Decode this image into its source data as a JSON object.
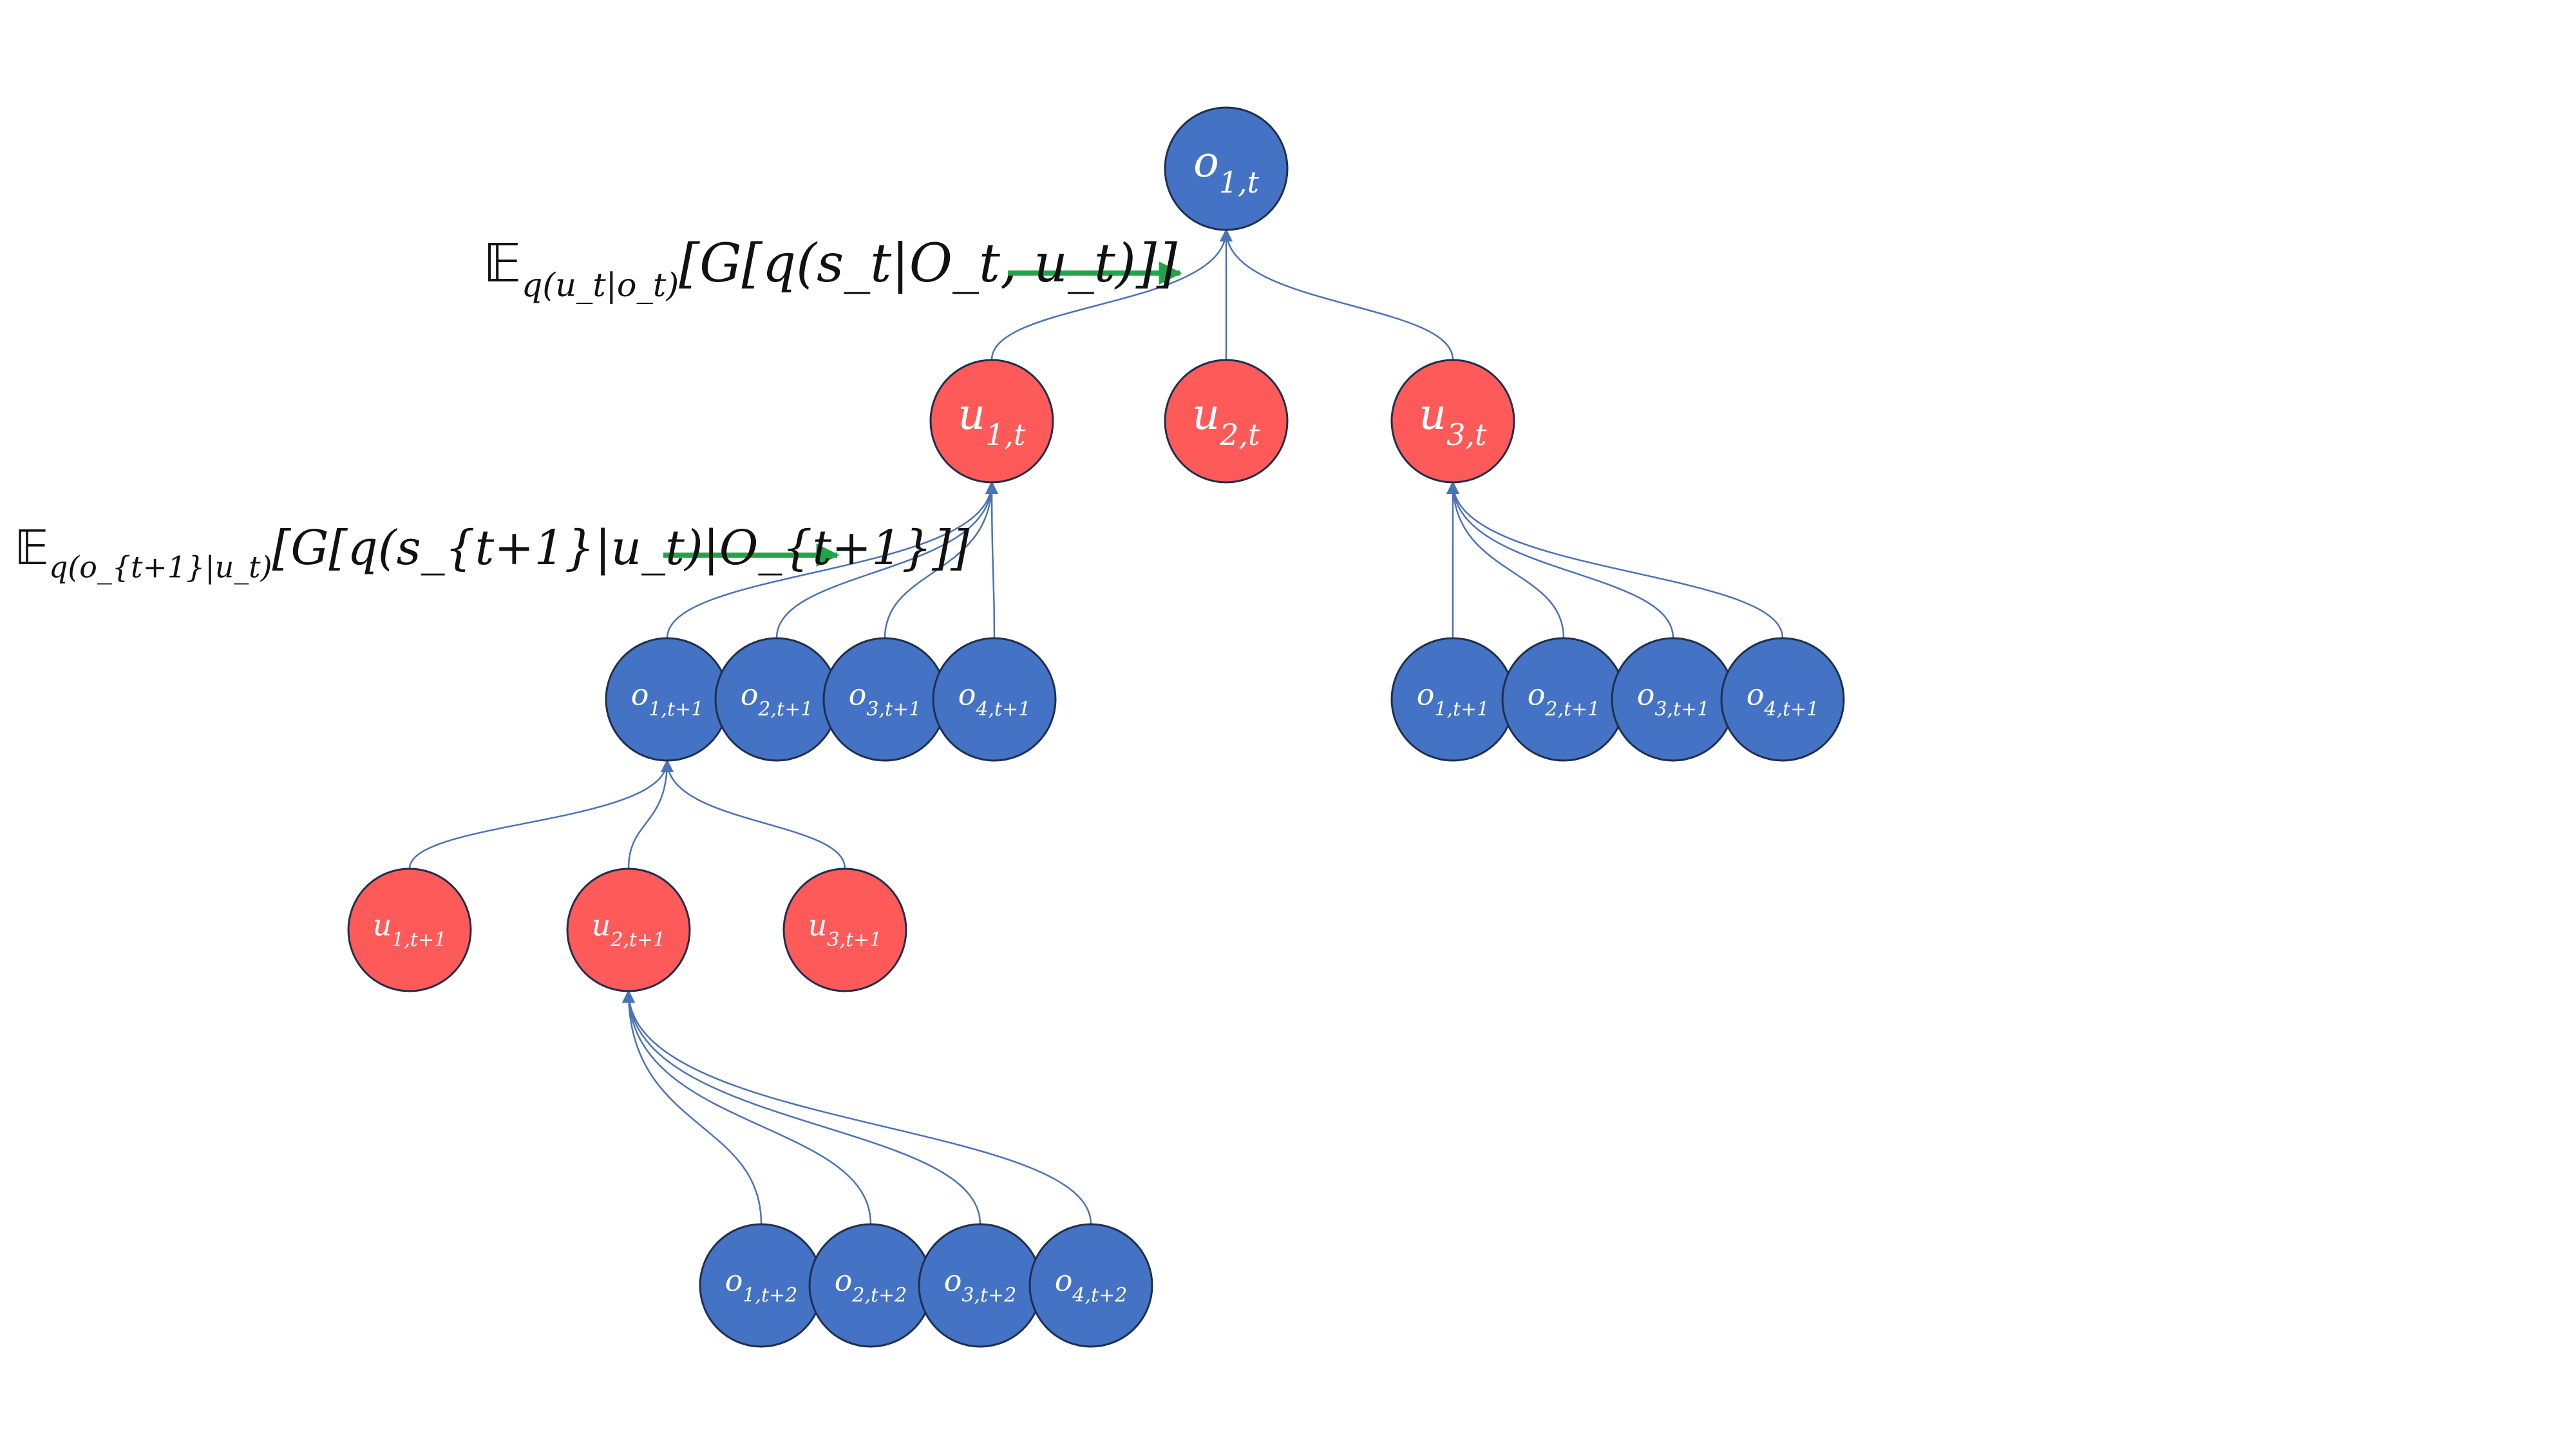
{
  "colors": {
    "obs_fill": "#4472c4",
    "action_fill": "#ff5a5a",
    "stroke": "#1f2f4d",
    "edge": "#4a72b8",
    "arrow": "#1fa64a",
    "label": "#ffffff"
  },
  "nodes": {
    "root": {
      "type": "obs",
      "main": "o",
      "sub": "1,t"
    },
    "u1t": {
      "type": "action",
      "main": "u",
      "sub": "1,t"
    },
    "u2t": {
      "type": "action",
      "main": "u",
      "sub": "2,t"
    },
    "u3t": {
      "type": "action",
      "main": "u",
      "sub": "3,t"
    },
    "oA1": {
      "type": "obs",
      "main": "o",
      "sub": "1,t+1"
    },
    "oA2": {
      "type": "obs",
      "main": "o",
      "sub": "2,t+1"
    },
    "oA3": {
      "type": "obs",
      "main": "o",
      "sub": "3,t+1"
    },
    "oA4": {
      "type": "obs",
      "main": "o",
      "sub": "4,t+1"
    },
    "oB1": {
      "type": "obs",
      "main": "o",
      "sub": "1,t+1"
    },
    "oB2": {
      "type": "obs",
      "main": "o",
      "sub": "2,t+1"
    },
    "oB3": {
      "type": "obs",
      "main": "o",
      "sub": "3,t+1"
    },
    "oB4": {
      "type": "obs",
      "main": "o",
      "sub": "4,t+1"
    },
    "u1t1": {
      "type": "action",
      "main": "u",
      "sub": "1,t+1"
    },
    "u2t1": {
      "type": "action",
      "main": "u",
      "sub": "2,t+1"
    },
    "u3t1": {
      "type": "action",
      "main": "u",
      "sub": "3,t+1"
    },
    "oC1": {
      "type": "obs",
      "main": "o",
      "sub": "1,t+2"
    },
    "oC2": {
      "type": "obs",
      "main": "o",
      "sub": "2,t+2"
    },
    "oC3": {
      "type": "obs",
      "main": "o",
      "sub": "3,t+2"
    },
    "oC4": {
      "type": "obs",
      "main": "o",
      "sub": "4,t+2"
    }
  },
  "edges": [
    [
      "u1t",
      "root"
    ],
    [
      "u2t",
      "root"
    ],
    [
      "u3t",
      "root"
    ],
    [
      "oA1",
      "u1t"
    ],
    [
      "oA2",
      "u1t"
    ],
    [
      "oA3",
      "u1t"
    ],
    [
      "oA4",
      "u1t"
    ],
    [
      "oB1",
      "u3t"
    ],
    [
      "oB2",
      "u3t"
    ],
    [
      "oB3",
      "u3t"
    ],
    [
      "oB4",
      "u3t"
    ],
    [
      "u1t1",
      "oA1"
    ],
    [
      "u2t1",
      "oA1"
    ],
    [
      "u3t1",
      "oA1"
    ],
    [
      "oC1",
      "u2t1"
    ],
    [
      "oC2",
      "u2t1"
    ],
    [
      "oC3",
      "u2t1"
    ],
    [
      "oC4",
      "u2t1"
    ]
  ],
  "formulas": {
    "top": {
      "ee": "𝔼",
      "ee_sub": "q(u_t|o_t)",
      "body": "[G[q(s_t|O_t, u_t)]]"
    },
    "mid": {
      "ee": "𝔼",
      "ee_sub": "q(o_{t+1}|u_t)",
      "body": "[G[q(s_{t+1}|u_t)|O_{t+1}]]"
    }
  }
}
